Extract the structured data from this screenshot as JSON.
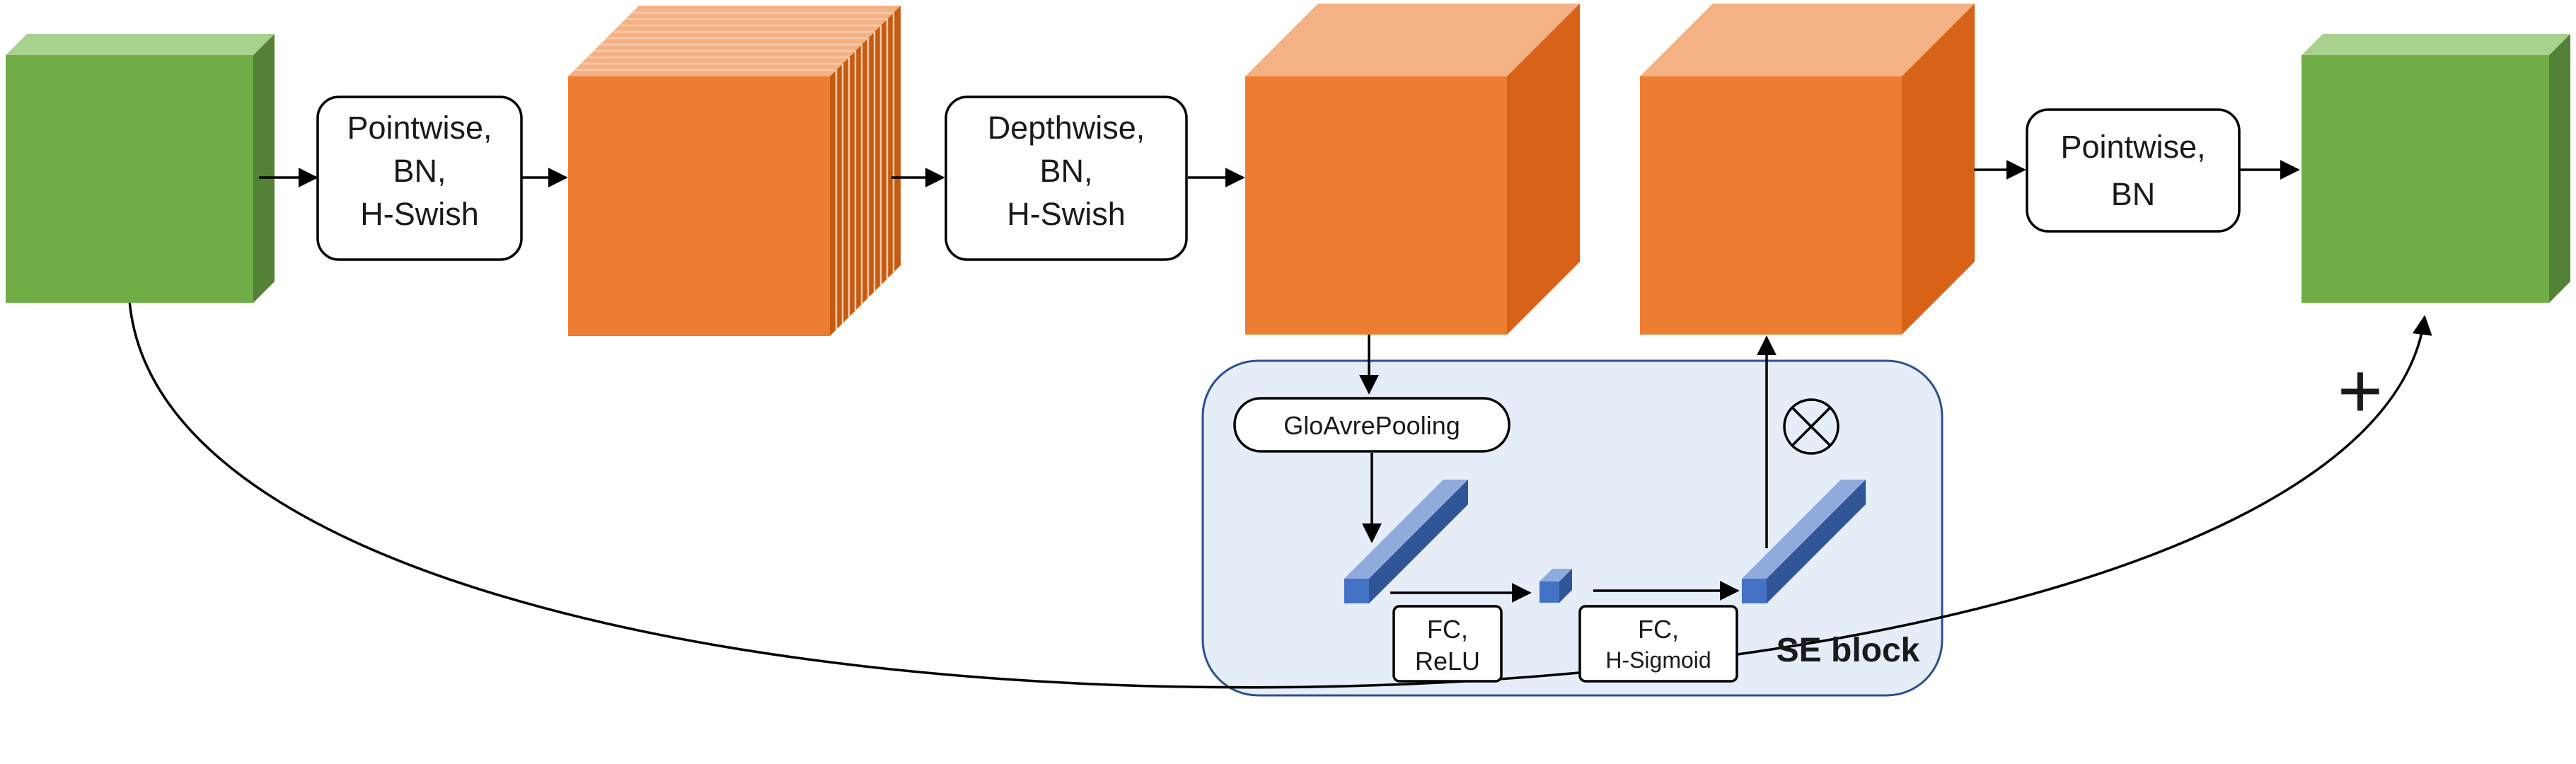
{
  "blocks": {
    "pointwise_1": {
      "lines": [
        "Pointwise,",
        "BN,",
        "H-Swish"
      ]
    },
    "depthwise": {
      "lines": [
        "Depthwise,",
        "BN,",
        "H-Swish"
      ]
    },
    "pointwise_2": {
      "lines": [
        "Pointwise,",
        "BN"
      ]
    }
  },
  "se_block": {
    "title": "SE block",
    "pooling_label": "GloAvrePooling",
    "fc_relu": {
      "lines": [
        "FC,",
        "ReLU"
      ]
    },
    "fc_hsigmoid": {
      "lines": [
        "FC,",
        "H-Sigmoid"
      ]
    },
    "multiply_symbol": "⊗"
  },
  "residual_symbol": "+",
  "colors": {
    "input_output_cube": "#70ad47",
    "feature_cube": "#ed7d31",
    "se_panel": "#e4edf8",
    "se_panel_border": "#2f4f8f",
    "vector_bar": "#4472c4"
  }
}
